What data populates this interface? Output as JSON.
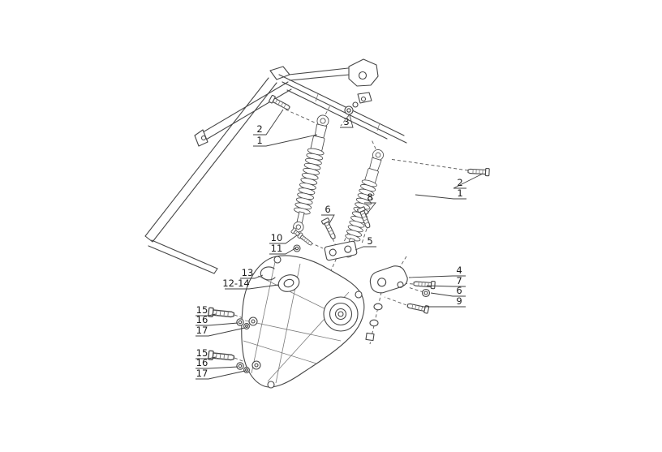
{
  "diagram": {
    "type": "exploded-parts-diagram",
    "subject": "rear shock absorbers and swing arm assembly",
    "colors": {
      "background": "#ffffff",
      "line": "#474747",
      "label": "#1b1b1b"
    },
    "callouts": [
      "2",
      "1",
      "3",
      "2",
      "1",
      "8",
      "6",
      "10",
      "11",
      "5",
      "13",
      "12-14",
      "4",
      "7",
      "6",
      "9",
      "15",
      "16",
      "17",
      "15",
      "16",
      "17"
    ]
  }
}
